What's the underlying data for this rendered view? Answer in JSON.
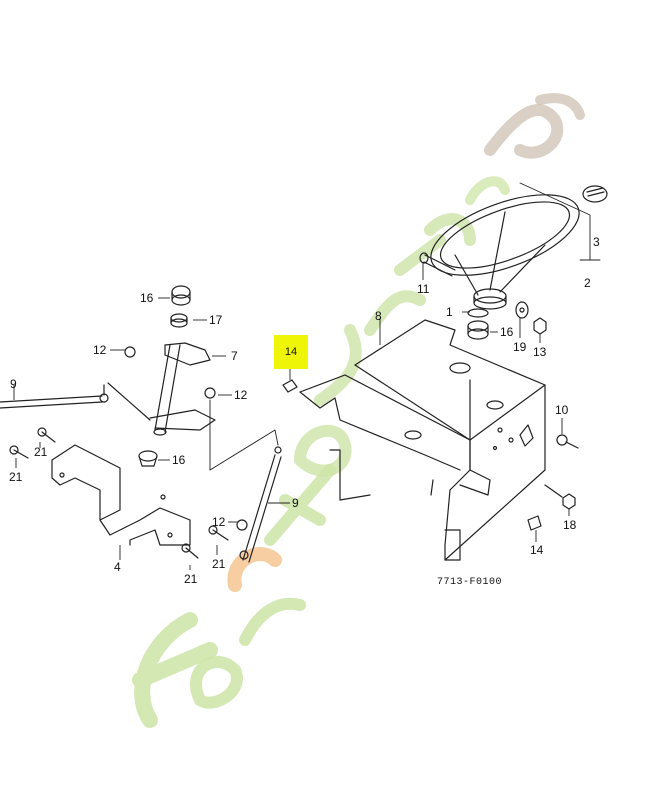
{
  "diagram": {
    "type": "exploded-parts-diagram",
    "subject": "Steering wheel and steering column frame assembly",
    "reference_code": "7713-F0100",
    "highlighted_part": "14",
    "highlight_color": "#eef507",
    "watermark": {
      "text": "foretjardin.com",
      "colors": [
        "#c9e2a0",
        "#f5c28a",
        "#c8b8a8"
      ]
    }
  },
  "callouts": [
    {
      "id": "c1",
      "label": "1",
      "part": "washer"
    },
    {
      "id": "c2",
      "label": "2",
      "part": "steering-wheel"
    },
    {
      "id": "c3",
      "label": "3",
      "part": "steering-wheel-cap"
    },
    {
      "id": "c4",
      "label": "4",
      "part": "pedal-bracket"
    },
    {
      "id": "c7",
      "label": "7",
      "part": "steering-sector-shaft"
    },
    {
      "id": "c8",
      "label": "8",
      "part": "steering-column-frame"
    },
    {
      "id": "c9a",
      "label": "9",
      "part": "tie-rod-left"
    },
    {
      "id": "c9b",
      "label": "9",
      "part": "tie-rod-right"
    },
    {
      "id": "c10",
      "label": "10",
      "part": "bolt"
    },
    {
      "id": "c11",
      "label": "11",
      "part": "steering-shaft-bolt"
    },
    {
      "id": "c12a",
      "label": "12",
      "part": "nut"
    },
    {
      "id": "c12b",
      "label": "12",
      "part": "nut"
    },
    {
      "id": "c12c",
      "label": "12",
      "part": "nut"
    },
    {
      "id": "c13",
      "label": "13",
      "part": "nut"
    },
    {
      "id": "c14a",
      "label": "14",
      "part": "clip-nut"
    },
    {
      "id": "c14b",
      "label": "14",
      "part": "clip-nut"
    },
    {
      "id": "c16a",
      "label": "16",
      "part": "bushing"
    },
    {
      "id": "c16b",
      "label": "16",
      "part": "bushing"
    },
    {
      "id": "c16c",
      "label": "16",
      "part": "bushing"
    },
    {
      "id": "c17",
      "label": "17",
      "part": "collar"
    },
    {
      "id": "c18",
      "label": "18",
      "part": "nut"
    },
    {
      "id": "c19",
      "label": "19",
      "part": "washer"
    },
    {
      "id": "c21a",
      "label": "21",
      "part": "bolt"
    },
    {
      "id": "c21b",
      "label": "21",
      "part": "bolt"
    },
    {
      "id": "c21c",
      "label": "21",
      "part": "bolt"
    },
    {
      "id": "c21d",
      "label": "21",
      "part": "bolt"
    }
  ]
}
